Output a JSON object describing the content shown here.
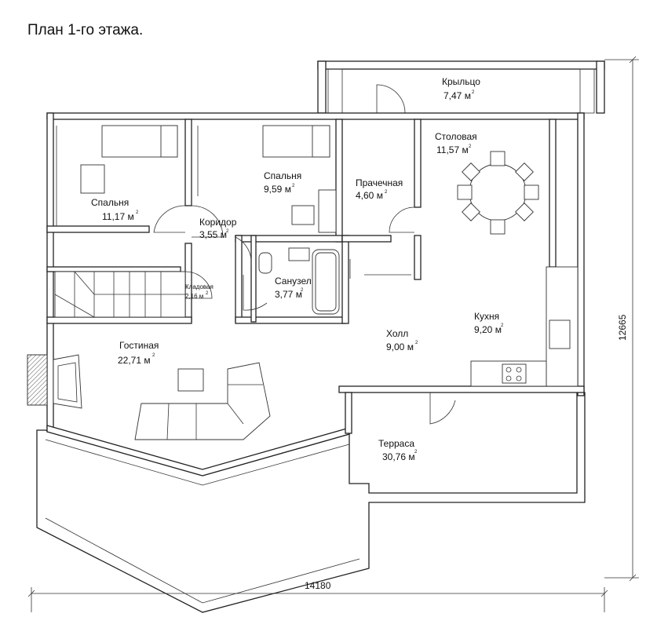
{
  "title": "План 1-го этажа.",
  "rooms": [
    {
      "key": "porch",
      "name": "Крыльцо",
      "area": "7,47 м"
    },
    {
      "key": "dining",
      "name": "Столовая",
      "area": "11,57 м"
    },
    {
      "key": "bedroom1",
      "name": "Спальня",
      "area": "11,17 м"
    },
    {
      "key": "bedroom2",
      "name": "Спальня",
      "area": "9,59 м"
    },
    {
      "key": "laundry",
      "name": "Прачечная",
      "area": "4,60 м"
    },
    {
      "key": "corridor",
      "name": "Коридор",
      "area": "3,55 м"
    },
    {
      "key": "storage",
      "name": "Кладовая",
      "area": "2,16 м"
    },
    {
      "key": "bathroom",
      "name": "Санузел",
      "area": "3,77 м"
    },
    {
      "key": "living",
      "name": "Гостиная",
      "area": "22,71 м"
    },
    {
      "key": "hall",
      "name": "Холл",
      "area": "9,00 м"
    },
    {
      "key": "kitchen",
      "name": "Кухня",
      "area": "9,20 м"
    },
    {
      "key": "terrace",
      "name": "Терраса",
      "area": "30,76 м"
    }
  ],
  "area_superscript": "2",
  "dimensions": {
    "width": "14180",
    "height": "12665"
  }
}
